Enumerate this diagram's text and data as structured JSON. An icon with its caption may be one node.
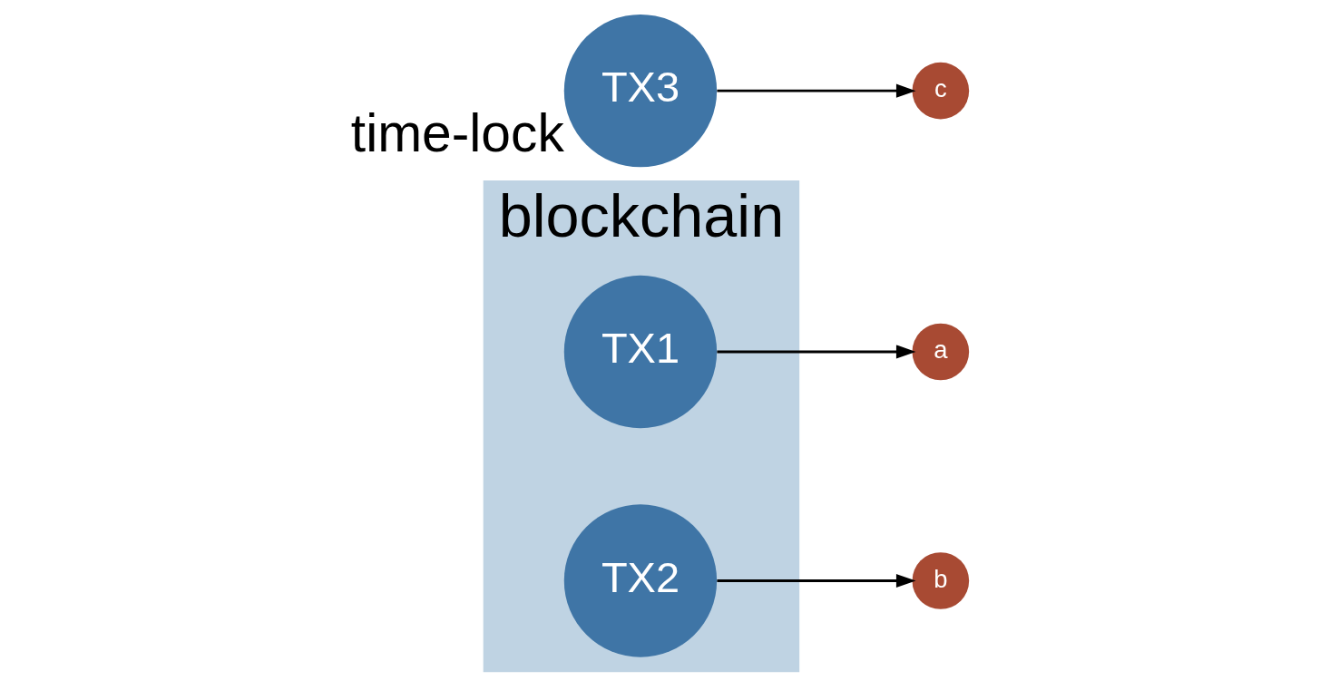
{
  "diagram": {
    "nodes": [
      {
        "text": [
          "blockchain"
        ]
      },
      {
        "text": [
          "TX1"
        ],
        "in": 0
      },
      {
        "text": [
          "TX2"
        ],
        "in": 0
      },
      {
        "text": [
          "a"
        ]
      },
      {
        "text": [
          "TX3"
        ],
        "beside": [
          "time-lock"
        ]
      },
      {
        "text": [
          "b"
        ]
      },
      {
        "text": [
          "c"
        ]
      }
    ],
    "edges": [
      {
        "from": 1,
        "to": 3,
        "arrow": "to"
      },
      {
        "from": 2,
        "to": 5,
        "arrow": "to"
      },
      {
        "from": 4,
        "to": 6,
        "arrow": "to"
      }
    ]
  }
}
